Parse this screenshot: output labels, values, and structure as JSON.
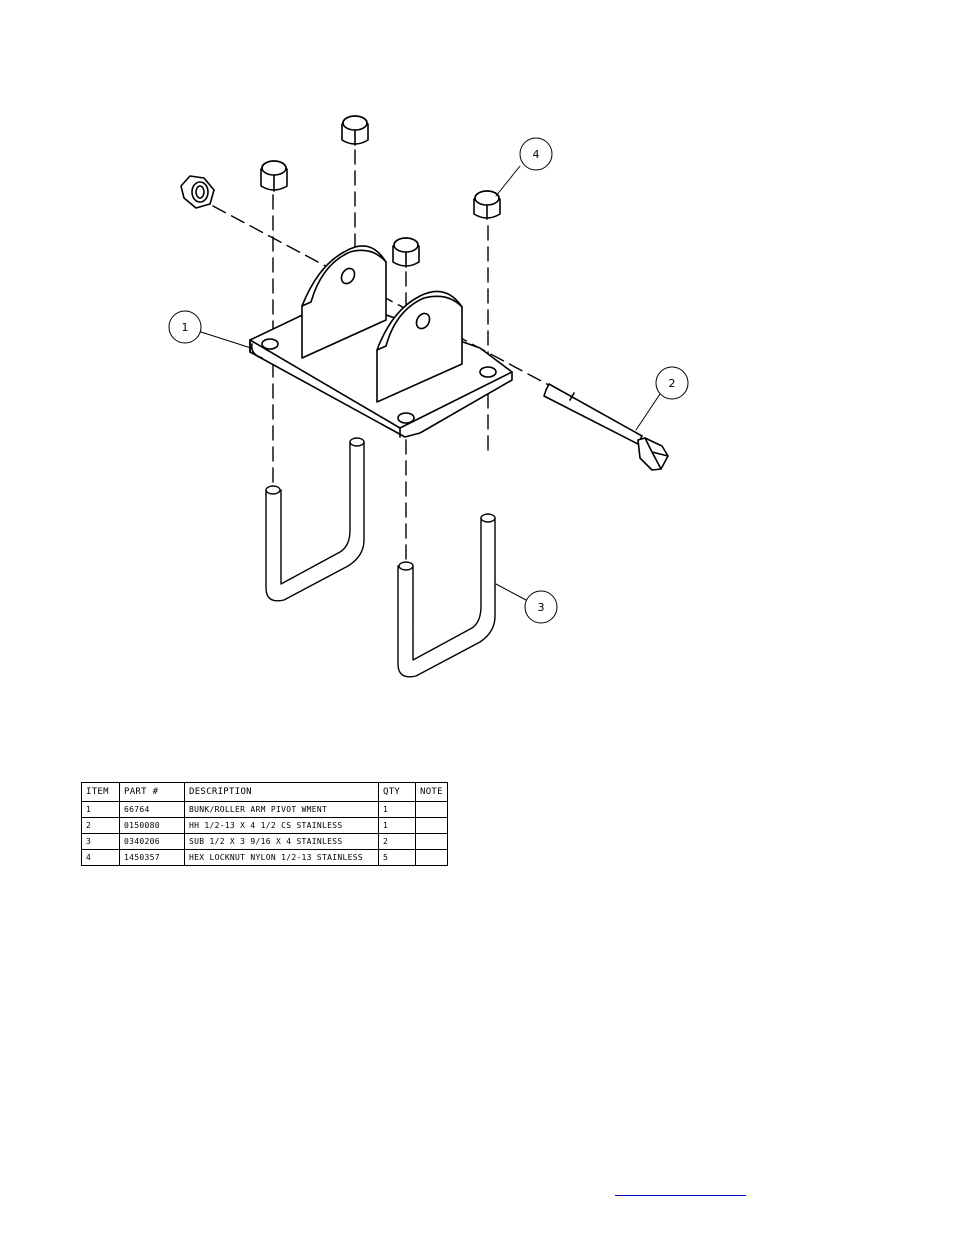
{
  "callouts": [
    {
      "id": "item-1",
      "label": "1"
    },
    {
      "id": "item-2",
      "label": "2"
    },
    {
      "id": "item-3",
      "label": "3"
    },
    {
      "id": "item-4",
      "label": "4"
    }
  ],
  "bom": {
    "headers": [
      "ITEM",
      "PART #",
      "DESCRIPTION",
      "QTY",
      "NOTE"
    ],
    "rows": [
      {
        "item": "1",
        "part": "66764",
        "description": "BUNK/ROLLER ARM PIVOT WMENT",
        "qty": "1",
        "note": ""
      },
      {
        "item": "2",
        "part": "0150080",
        "description": "HH 1/2-13 X 4 1/2 CS STAINLESS",
        "qty": "1",
        "note": ""
      },
      {
        "item": "3",
        "part": "0340206",
        "description": "SUB 1/2 X 3 9/16 X 4 STAINLESS",
        "qty": "2",
        "note": ""
      },
      {
        "item": "4",
        "part": "1450357",
        "description": "HEX LOCKNUT NYLON 1/2-13 STAINLESS",
        "qty": "5",
        "note": ""
      }
    ]
  }
}
